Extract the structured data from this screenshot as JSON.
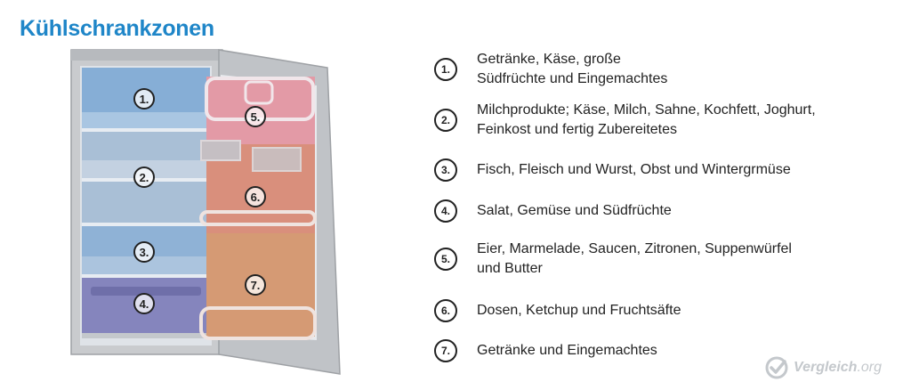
{
  "title": "Kühlschrankzonen",
  "zones": [
    {
      "num": "1.",
      "text": "Getränke, Käse, große\nSüdfrüchte und Eingemachtes"
    },
    {
      "num": "2.",
      "text": "Milchprodukte; Käse, Milch, Sahne, Kochfett, Joghurt,\nFeinkost und fertig Zubereitetes"
    },
    {
      "num": "3.",
      "text": "Fisch, Fleisch und Wurst, Obst und Wintergrmüse"
    },
    {
      "num": "4.",
      "text": "Salat, Gemüse und Südfrüchte"
    },
    {
      "num": "5.",
      "text": "Eier, Marmelade, Saucen, Zitronen, Suppenwürfel\nund Butter"
    },
    {
      "num": "6.",
      "text": "Dosen, Ketchup und Fruchtsäfte"
    },
    {
      "num": "7.",
      "text": "Getränke und Eingemachtes"
    }
  ],
  "logo": {
    "name": "Vergleich",
    "tld": ".org",
    "icon": "checkmark-circle-icon"
  },
  "colors": {
    "title": "#1f86c8",
    "zone_1": "#86aed6",
    "zone_2": "#a9bfd6",
    "zone_3": "#8fb2d6",
    "zone_4": "#8585bd",
    "zone_5": "#e39aa6",
    "zone_6": "#d98f7c",
    "zone_7": "#d59a74"
  }
}
